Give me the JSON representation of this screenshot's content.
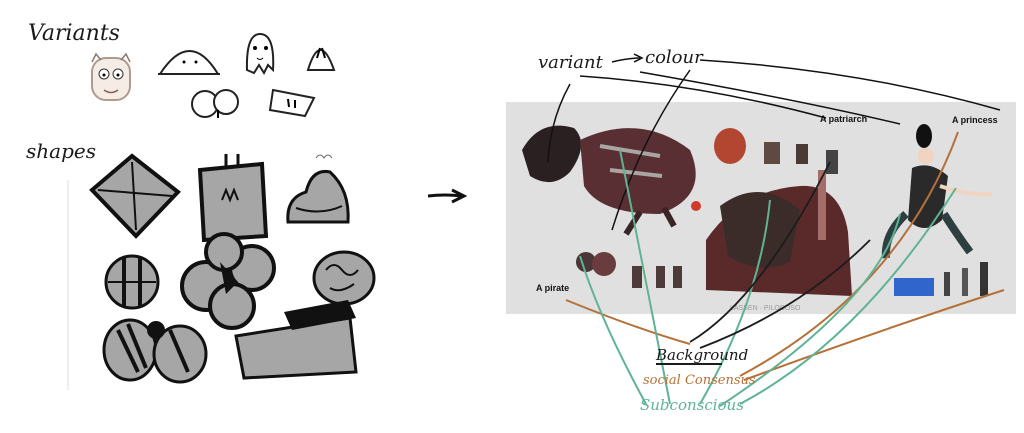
{
  "left_panel": {
    "variants_label": "Variants",
    "shapes_label": "shapes"
  },
  "arrow_icon": "right-arrow-icon",
  "right_panel": {
    "flow": {
      "variant": "variant",
      "colour": "colour"
    },
    "characters": {
      "patriarch": "A patriarch",
      "princess": "A princess",
      "pirate": "A pirate"
    },
    "watermark": "LASSEN · PILOCOSO",
    "themes": {
      "background": "Background",
      "social": "social Consensus",
      "subconscious": "Subconscious"
    },
    "colors": {
      "background": "#1c1c1c",
      "social": "#b5713a",
      "subconscious": "#5fb394"
    }
  }
}
